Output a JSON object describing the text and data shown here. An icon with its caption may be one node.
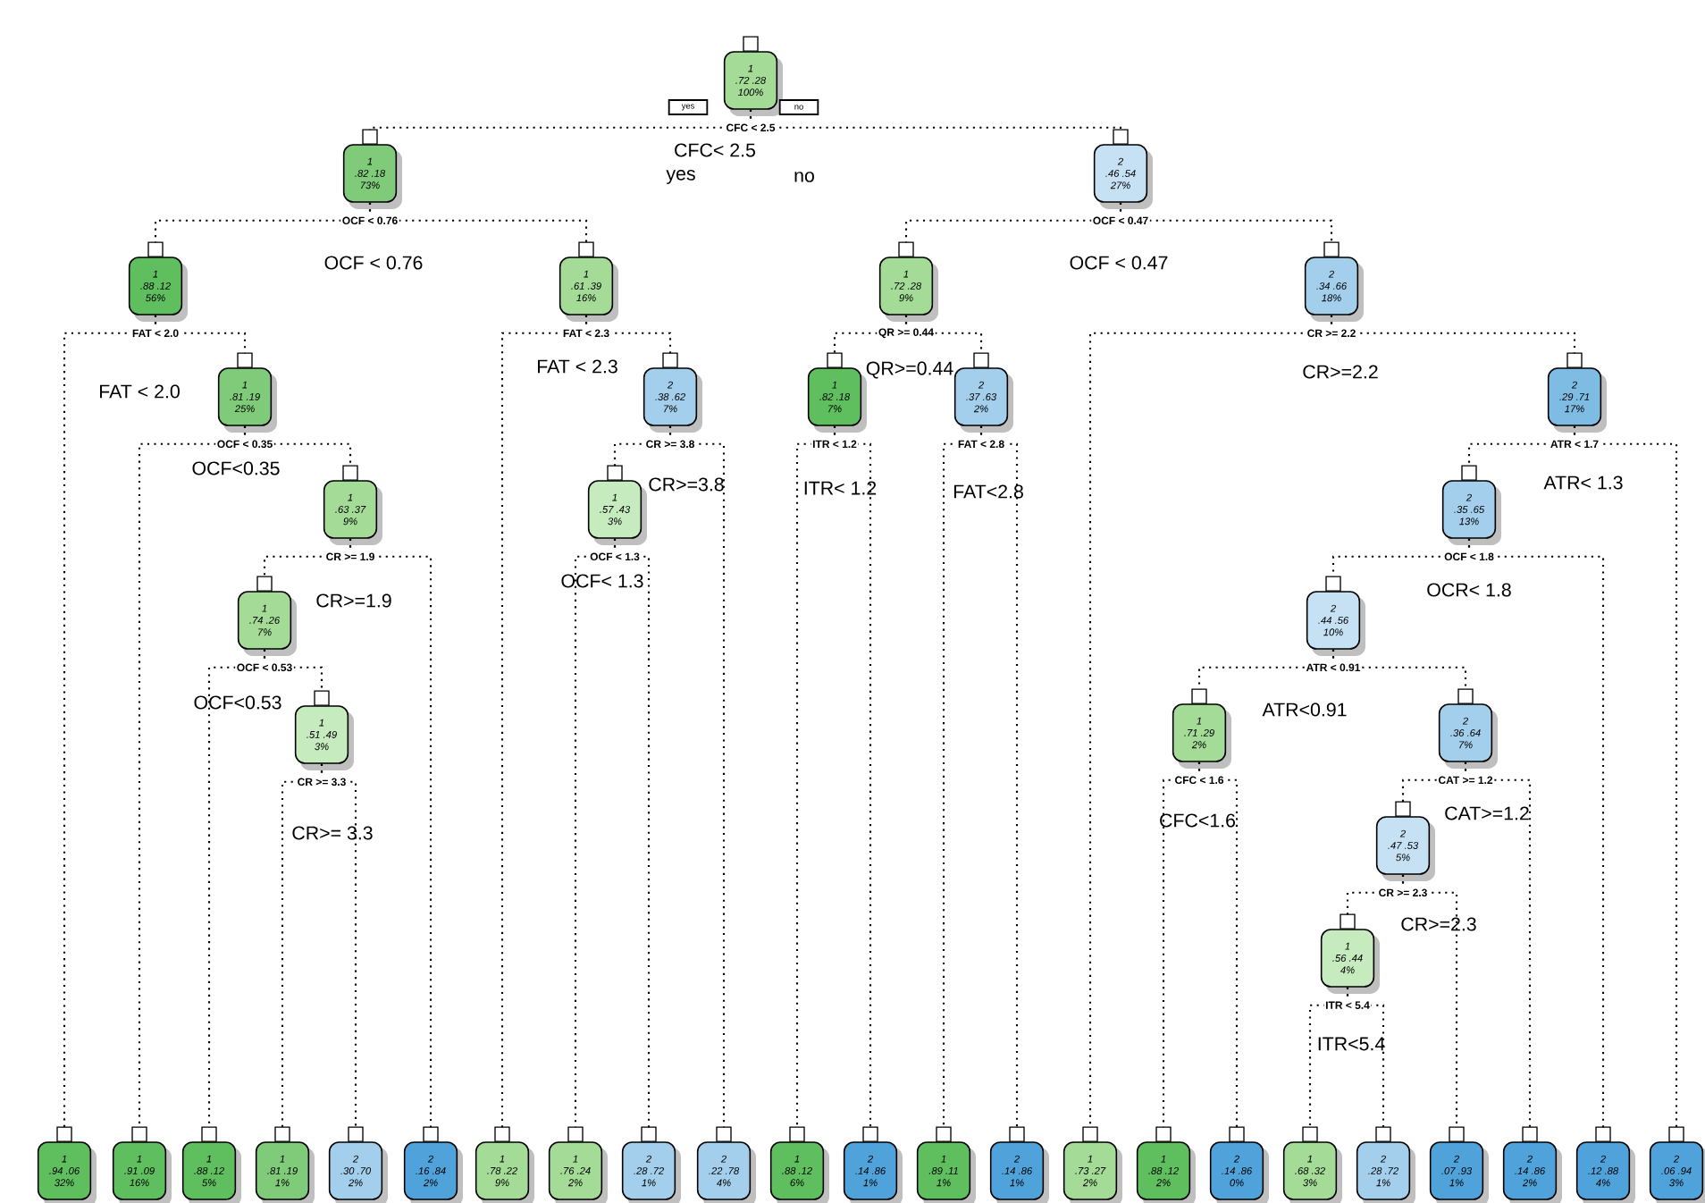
{
  "diagram": {
    "nodes": [
      {
        "text": [
          "1",
          ".72 .28",
          "100%"
        ]
      },
      {
        "text": [
          "1",
          ".82 .18",
          "73%"
        ]
      },
      {
        "text": [
          "1",
          ".88 .12",
          "56%"
        ]
      },
      {
        "text": [
          "1",
          ".94 .06",
          "32%"
        ]
      },
      {
        "text": [
          "1",
          ".81 .19",
          "25%"
        ]
      },
      {
        "text": [
          "1",
          ".91 .09",
          "16%"
        ]
      },
      {
        "text": [
          "1",
          ".63 .37",
          "9%"
        ]
      },
      {
        "text": [
          "1",
          ".74 .26",
          "7%"
        ]
      },
      {
        "text": [
          "1",
          ".88 .12",
          "5%"
        ]
      },
      {
        "text": [
          "1",
          ".51 .49",
          "3%"
        ]
      },
      {
        "text": [
          "1",
          ".81 .19",
          "1%"
        ]
      },
      {
        "text": [
          "2",
          ".30 .70",
          "2%"
        ]
      },
      {
        "text": [
          "2",
          ".16 .84",
          "2%"
        ]
      },
      {
        "text": [
          "1",
          ".61 .39",
          "16%"
        ]
      },
      {
        "text": [
          "1",
          ".78 .22",
          "9%"
        ]
      },
      {
        "text": [
          "2",
          ".38 .62",
          "7%"
        ]
      },
      {
        "text": [
          "1",
          ".57 .43",
          "3%"
        ]
      },
      {
        "text": [
          "1",
          ".76 .24",
          "2%"
        ]
      },
      {
        "text": [
          "2",
          ".28 .72",
          "1%"
        ]
      },
      {
        "text": [
          "2",
          ".22 .78",
          "4%"
        ]
      },
      {
        "text": [
          "2",
          ".46 .54",
          "27%"
        ]
      },
      {
        "text": [
          "1",
          ".72 .28",
          "9%"
        ]
      },
      {
        "text": [
          "1",
          ".82 .18",
          "7%"
        ]
      },
      {
        "text": [
          "1",
          ".88 .12",
          "6%"
        ]
      },
      {
        "text": [
          "2",
          ".14 .86",
          "1%"
        ]
      },
      {
        "text": [
          "2",
          ".37 .63",
          "2%"
        ]
      },
      {
        "text": [
          "1",
          ".89 .11",
          "1%"
        ]
      },
      {
        "text": [
          "2",
          ".14 .86",
          "1%"
        ]
      },
      {
        "text": [
          "2",
          ".34 .66",
          "18%"
        ]
      },
      {
        "text": [
          "1",
          ".73 .27",
          "2%"
        ]
      },
      {
        "text": [
          "2",
          ".29 .71",
          "17%"
        ]
      },
      {
        "text": [
          "2",
          ".35 .65",
          "13%"
        ]
      },
      {
        "text": [
          "2",
          ".44 .56",
          "10%"
        ]
      },
      {
        "text": [
          "1",
          ".71 .29",
          "2%"
        ]
      },
      {
        "text": [
          "1",
          ".88 .12",
          "2%"
        ]
      },
      {
        "text": [
          "2",
          ".14 .86",
          "0%"
        ]
      },
      {
        "text": [
          "2",
          ".36 .64",
          "7%"
        ]
      },
      {
        "text": [
          "2",
          ".47 .53",
          "5%"
        ]
      },
      {
        "text": [
          "1",
          ".56 .44",
          "4%"
        ]
      },
      {
        "text": [
          "1",
          ".68 .32",
          "3%"
        ]
      },
      {
        "text": [
          "2",
          ".28 .72",
          "1%"
        ]
      },
      {
        "text": [
          "2",
          ".07 .93",
          "1%"
        ]
      },
      {
        "text": [
          "2",
          ".14 .86",
          "2%"
        ]
      },
      {
        "text": [
          "2",
          ".12 .88",
          "4%"
        ]
      },
      {
        "text": [
          "2",
          ".06 .94",
          "3%"
        ]
      }
    ],
    "edges": [
      {
        "from": 0,
        "to": 1,
        "arrow": "none",
        "label": "CFC < 2.5"
      },
      {
        "from": 0,
        "to": 20,
        "arrow": "none"
      },
      {
        "from": 1,
        "to": 2,
        "arrow": "none",
        "label": "OCF < 0.76"
      },
      {
        "from": 1,
        "to": 13,
        "arrow": "none"
      },
      {
        "from": 2,
        "to": 3,
        "arrow": "none",
        "label": "FAT < 2.0"
      },
      {
        "from": 2,
        "to": 4,
        "arrow": "none"
      },
      {
        "from": 4,
        "to": 5,
        "arrow": "none",
        "label": "OCF < 0.35"
      },
      {
        "from": 4,
        "to": 6,
        "arrow": "none"
      },
      {
        "from": 6,
        "to": 7,
        "arrow": "none",
        "label": "CR >= 1.9"
      },
      {
        "from": 6,
        "to": 12,
        "arrow": "none"
      },
      {
        "from": 7,
        "to": 8,
        "arrow": "none",
        "label": "OCF < 0.53"
      },
      {
        "from": 7,
        "to": 9,
        "arrow": "none"
      },
      {
        "from": 9,
        "to": 10,
        "arrow": "none",
        "label": "CR >= 3.3"
      },
      {
        "from": 9,
        "to": 11,
        "arrow": "none"
      },
      {
        "from": 13,
        "to": 14,
        "arrow": "none",
        "label": "FAT < 2.3"
      },
      {
        "from": 13,
        "to": 15,
        "arrow": "none"
      },
      {
        "from": 15,
        "to": 16,
        "arrow": "none",
        "label": "CR >= 3.8"
      },
      {
        "from": 15,
        "to": 19,
        "arrow": "none"
      },
      {
        "from": 16,
        "to": 17,
        "arrow": "none",
        "label": "OCF < 1.3"
      },
      {
        "from": 16,
        "to": 18,
        "arrow": "none"
      },
      {
        "from": 20,
        "to": 21,
        "arrow": "none",
        "label": "OCF < 0.47"
      },
      {
        "from": 20,
        "to": 28,
        "arrow": "none"
      },
      {
        "from": 21,
        "to": 22,
        "arrow": "none",
        "label": "QR >= 0.44"
      },
      {
        "from": 21,
        "to": 25,
        "arrow": "none"
      },
      {
        "from": 22,
        "to": 23,
        "arrow": "none",
        "label": "ITR < 1.2"
      },
      {
        "from": 22,
        "to": 24,
        "arrow": "none"
      },
      {
        "from": 25,
        "to": 26,
        "arrow": "none",
        "label": "FAT < 2.8"
      },
      {
        "from": 25,
        "to": 27,
        "arrow": "none"
      },
      {
        "from": 28,
        "to": 29,
        "arrow": "none",
        "label": "CR >= 2.2"
      },
      {
        "from": 28,
        "to": 30,
        "arrow": "none"
      },
      {
        "from": 30,
        "to": 31,
        "arrow": "none",
        "label": "ATR < 1.7"
      },
      {
        "from": 30,
        "to": 44,
        "arrow": "none"
      },
      {
        "from": 31,
        "to": 32,
        "arrow": "none",
        "label": "OCF < 1.8"
      },
      {
        "from": 31,
        "to": 43,
        "arrow": "none"
      },
      {
        "from": 32,
        "to": 33,
        "arrow": "none",
        "label": "ATR < 0.91"
      },
      {
        "from": 32,
        "to": 36,
        "arrow": "none"
      },
      {
        "from": 33,
        "to": 34,
        "arrow": "none",
        "label": "CFC < 1.6"
      },
      {
        "from": 33,
        "to": 35,
        "arrow": "none"
      },
      {
        "from": 36,
        "to": 37,
        "arrow": "none",
        "label": "CAT >= 1.2"
      },
      {
        "from": 36,
        "to": 42,
        "arrow": "none"
      },
      {
        "from": 37,
        "to": 38,
        "arrow": "none",
        "label": "CR >= 2.3"
      },
      {
        "from": 37,
        "to": 41,
        "arrow": "none"
      },
      {
        "from": 38,
        "to": 39,
        "arrow": "none",
        "label": "ITR < 5.4"
      },
      {
        "from": 38,
        "to": 40,
        "arrow": "none"
      }
    ],
    "labels": [
      "yes",
      "no",
      "CFC< 2.5",
      "yes",
      "no",
      "OCF < 0.76",
      "OCF < 0.47",
      "FAT < 2.3",
      "QR>=0.44",
      "CR>=2.2",
      "FAT < 2.0",
      "OCF<0.35",
      "CR>=3.8",
      "ITR< 1.2",
      "ATR< 1.3",
      "FAT<2.8",
      "OCF< 1.3",
      "OCR< 1.8",
      "CR>=1.9",
      "OCF<0.53",
      "ATR<0.91",
      "CAT>=1.2",
      "CFC<1.6",
      "CR>= 3.3",
      "CR>=2.3",
      "ITR<5.4"
    ]
  }
}
